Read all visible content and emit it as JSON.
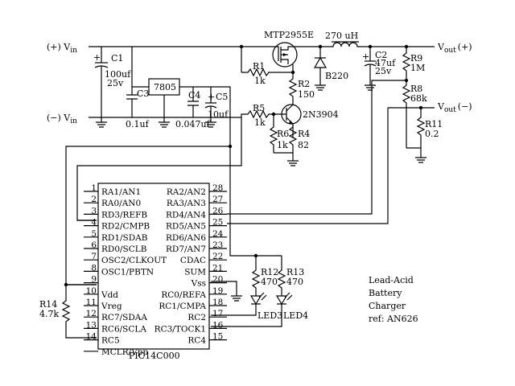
{
  "title": {
    "line1": "Lead-Acid",
    "line2": "Battery",
    "line3": "Charger",
    "line4": "ref: AN626"
  },
  "terminals": {
    "vin_pos": "(+) V",
    "vin_neg": "(−) V",
    "vin_sub": "in",
    "vout_pos": "V",
    "vout_pos_suffix": "(+)",
    "vout_neg": "V",
    "vout_neg_suffix": "(−)",
    "vout_sub": "out"
  },
  "components": {
    "C1": {
      "ref": "C1",
      "value": "100uf",
      "rating": "25v"
    },
    "C2": {
      "ref": "C2",
      "value": "47uf",
      "rating": "25v"
    },
    "C3": {
      "ref": "C3",
      "value": "0.1uf"
    },
    "C4": {
      "ref": "C4",
      "value": "0.047uf"
    },
    "C5": {
      "ref": "C5",
      "value": "10uf"
    },
    "U_reg": {
      "ref": "7805"
    },
    "Q1": {
      "ref": "MTP2955E"
    },
    "Q2": {
      "ref": "2N3904"
    },
    "L1": {
      "value": "270 uH"
    },
    "D1": {
      "ref": "B220"
    },
    "R1": {
      "ref": "R1",
      "value": "1k"
    },
    "R2": {
      "ref": "R2",
      "value": "150"
    },
    "R4": {
      "ref": "R4",
      "value": "82"
    },
    "R5": {
      "ref": "R5",
      "value": "1k"
    },
    "R6": {
      "ref": "R6",
      "value": "1k"
    },
    "R8": {
      "ref": "R8",
      "value": "68k"
    },
    "R9": {
      "ref": "R9",
      "value": "1M"
    },
    "R11": {
      "ref": "R11",
      "value": "0.2"
    },
    "R12": {
      "ref": "R12",
      "value": "470"
    },
    "R13": {
      "ref": "R13",
      "value": "470"
    },
    "R14": {
      "ref": "R14",
      "value": "4.7k"
    },
    "LED3": {
      "ref": "LED3"
    },
    "LED4": {
      "ref": "LED4"
    }
  },
  "ic": {
    "name": "PIC14C000",
    "left_pins": [
      {
        "num": "1",
        "label": "RA1/AN1"
      },
      {
        "num": "2",
        "label": "RA0/AN0"
      },
      {
        "num": "3",
        "label": "RD3/REFB"
      },
      {
        "num": "4",
        "label": "RD2/CMPB"
      },
      {
        "num": "5",
        "label": "RD1/SDAB"
      },
      {
        "num": "6",
        "label": "RD0/SCLB"
      },
      {
        "num": "7",
        "label": "OSC2/CLKOUT"
      },
      {
        "num": "8",
        "label": "OSC1/PBTN"
      },
      {
        "num": "9",
        "label": ""
      },
      {
        "num": "10",
        "label": "Vdd"
      },
      {
        "num": "11",
        "label": "Vreg"
      },
      {
        "num": "12",
        "label": "RC7/SDAA"
      },
      {
        "num": "13",
        "label": "RC6/SCLA"
      },
      {
        "num": "14",
        "label": "RC5"
      },
      {
        "num": "",
        "label": "MCLR/Vpp"
      }
    ],
    "right_pins": [
      {
        "num": "28",
        "label": "RA2/AN2"
      },
      {
        "num": "27",
        "label": "RA3/AN3"
      },
      {
        "num": "26",
        "label": "RD4/AN4"
      },
      {
        "num": "25",
        "label": "RD5/AN5"
      },
      {
        "num": "24",
        "label": "RD6/AN6"
      },
      {
        "num": "23",
        "label": "RD7/AN7"
      },
      {
        "num": "22",
        "label": "CDAC"
      },
      {
        "num": "21",
        "label": "SUM"
      },
      {
        "num": "20",
        "label": "Vss"
      },
      {
        "num": "19",
        "label": "RC0/REFA"
      },
      {
        "num": "18",
        "label": "RC1/CMPA"
      },
      {
        "num": "17",
        "label": "RC2"
      },
      {
        "num": "16",
        "label": "RC3/TOCK1"
      },
      {
        "num": "15",
        "label": "RC4"
      }
    ]
  }
}
